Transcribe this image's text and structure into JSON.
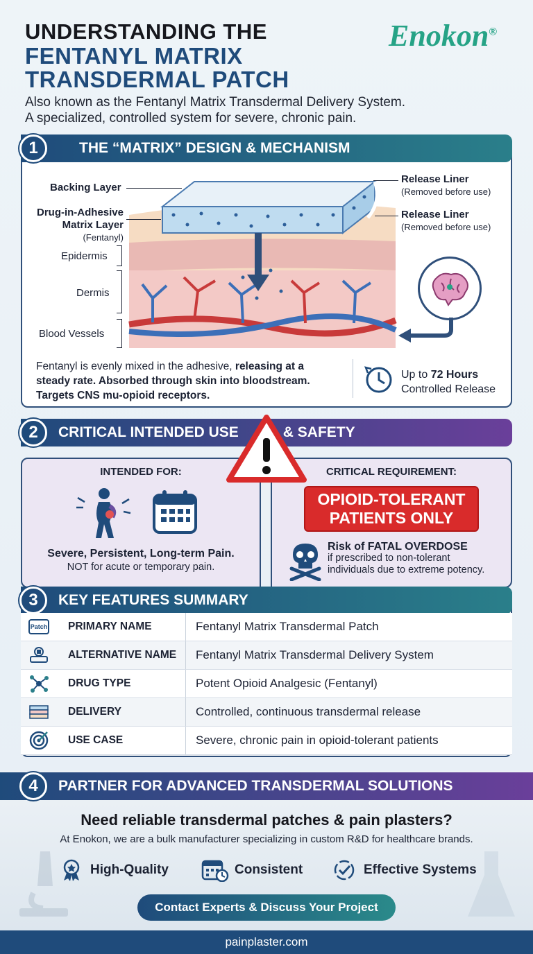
{
  "header": {
    "title_line1": "UNDERSTANDING THE",
    "title_line2": "FENTANYL MATRIX",
    "title_line3": "TRANSDERMAL PATCH",
    "brand": "Enokon",
    "brand_mark": "®",
    "subtitle_line1": "Also known as the Fentanyl Matrix Transdermal Delivery System.",
    "subtitle_line2": "A specialized, controlled system for severe, chronic pain."
  },
  "section1": {
    "number": "1",
    "title": "THE “MATRIX” DESIGN & MECHANISM",
    "labels": {
      "backing": "Backing Layer",
      "matrix_l1": "Drug-in-Adhesive",
      "matrix_l2": "Matrix Layer",
      "matrix_l3": "(Fentanyl)",
      "epidermis": "Epidermis",
      "dermis": "Dermis",
      "vessels": "Blood Vessels",
      "liner1": "Release Liner",
      "liner1_note": "(Removed before use)",
      "liner2": "Release Liner",
      "liner2_note": "(Removed before use)"
    },
    "text_normal": "Fentanyl is evenly mixed in the adhesive, ",
    "text_bold1": "releasing at a steady rate. Absorbed through skin into bloodstream. Targets CNS mu-opioid receptors.",
    "release_prefix": "Up to ",
    "release_hours": "72 Hours",
    "release_line2": "Controlled Release"
  },
  "section2": {
    "number": "2",
    "title_left": "CRITICAL INTENDED USE",
    "title_right": "& SAFETY",
    "intended_head": "INTENDED FOR:",
    "intended_main": "Severe, Persistent, Long-term Pain.",
    "intended_note": "NOT for acute or temporary pain.",
    "req_head": "CRITICAL REQUIREMENT:",
    "req_box_l1": "OPIOID-TOLERANT",
    "req_box_l2": "PATIENTS ONLY",
    "risk_head": "Risk of FATAL OVERDOSE",
    "risk_l1": "if prescribed to non-tolerant",
    "risk_l2": "individuals due to extreme potency."
  },
  "section3": {
    "number": "3",
    "title": "KEY FEATURES SUMMARY",
    "patch_icon_text": "Patch",
    "rows": [
      {
        "key": "PRIMARY NAME",
        "value": "Fentanyl Matrix Transdermal Patch",
        "icon": "patch-icon"
      },
      {
        "key": "ALTERNATIVE NAME",
        "value": "Fentanyl Matrix Transdermal Delivery System",
        "icon": "system-icon"
      },
      {
        "key": "DRUG TYPE",
        "value": "Potent Opioid Analgesic (Fentanyl)",
        "icon": "molecule-icon"
      },
      {
        "key": "DELIVERY",
        "value": "Controlled, continuous transdermal release",
        "icon": "skin-layer-icon"
      },
      {
        "key": "USE CASE",
        "value": "Severe, chronic pain in opioid-tolerant patients",
        "icon": "target-icon"
      }
    ]
  },
  "section4": {
    "number": "4",
    "title": "PARTNER FOR ADVANCED TRANSDERMAL SOLUTIONS",
    "headline": "Need reliable transdermal patches & pain plasters?",
    "body": "At Enokon, we are a bulk manufacturer specializing in custom R&D for healthcare brands.",
    "features": [
      "High-Quality",
      "Consistent",
      "Effective Systems"
    ],
    "cta": "Contact Experts & Discuss Your Project"
  },
  "footer": {
    "url": "painplaster.com"
  },
  "colors": {
    "navy": "#1f4b7b",
    "teal": "#26a386",
    "purple": "#5a3f8c",
    "red": "#d92b2b"
  }
}
